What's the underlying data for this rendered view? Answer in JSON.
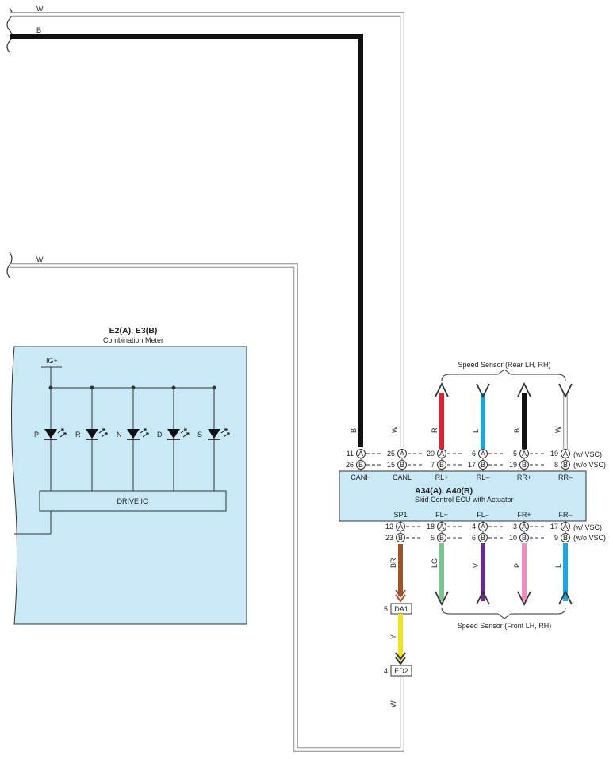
{
  "wires_top": [
    {
      "color_code": "W",
      "color": "#ffffff"
    },
    {
      "color_code": "B",
      "color": "#111111"
    }
  ],
  "wire_mid": {
    "color_code": "W",
    "color": "#ffffff"
  },
  "meter": {
    "title": "E2(A), E3(B)",
    "subtitle": "Combination Meter",
    "ig_label": "IG+",
    "leds": [
      "P",
      "R",
      "N",
      "D",
      "S"
    ],
    "drive_ic": "DRIVE IC",
    "fill": "#c9e9f7"
  },
  "ecu": {
    "title": "A34(A), A40(B)",
    "subtitle": "Skid Control ECU with Actuator",
    "fill": "#c9e9f7",
    "top_pins": [
      {
        "name": "CANH",
        "a": "11",
        "b": "26",
        "wire": "B",
        "color": "#111111",
        "ends": "none"
      },
      {
        "name": "CANL",
        "a": "25",
        "b": "15",
        "wire": "W",
        "color": "#ffffff",
        "ends": "none"
      },
      {
        "name": "RL+",
        "a": "20",
        "b": "7",
        "wire": "R",
        "color": "#e2212c",
        "ends": "up"
      },
      {
        "name": "RL–",
        "a": "6",
        "b": "17",
        "wire": "L",
        "color": "#1aa6e0",
        "ends": "down"
      },
      {
        "name": "RR+",
        "a": "5",
        "b": "19",
        "wire": "B",
        "color": "#111111",
        "ends": "up"
      },
      {
        "name": "RR–",
        "a": "19",
        "b": "8",
        "wire": "W",
        "color": "#ffffff",
        "ends": "down"
      }
    ],
    "bottom_pins": [
      {
        "name": "SP1",
        "a": "12",
        "b": "23",
        "wire": "BR",
        "color": "#a0522d",
        "ends": "chevron"
      },
      {
        "name": "FL+",
        "a": "18",
        "b": "5",
        "wire": "LG",
        "color": "#7cc68e",
        "ends": "down"
      },
      {
        "name": "FL–",
        "a": "4",
        "b": "6",
        "wire": "V",
        "color": "#6a2c91",
        "ends": "up"
      },
      {
        "name": "FR+",
        "a": "3",
        "b": "10",
        "wire": "P",
        "color": "#ef8cc0",
        "ends": "down"
      },
      {
        "name": "FR–",
        "a": "17",
        "b": "9",
        "wire": "L",
        "color": "#1aa6e0",
        "ends": "up"
      }
    ],
    "note_a": "(w/ VSC)",
    "note_b": "(w/o VSC)",
    "connector_a": "A",
    "connector_b": "B"
  },
  "sensor_rear": "Speed Sensor (Rear LH,  RH)",
  "sensor_front": "Speed Sensor (Front LH,  RH)",
  "junction_da1": {
    "pin": "5",
    "name": "DA1"
  },
  "junction_ed2": {
    "pin": "4",
    "name": "ED2"
  },
  "wire_y": {
    "color_code": "Y",
    "color": "#f5e11b"
  },
  "wire_w_low": {
    "color_code": "W",
    "color": "#ffffff"
  }
}
